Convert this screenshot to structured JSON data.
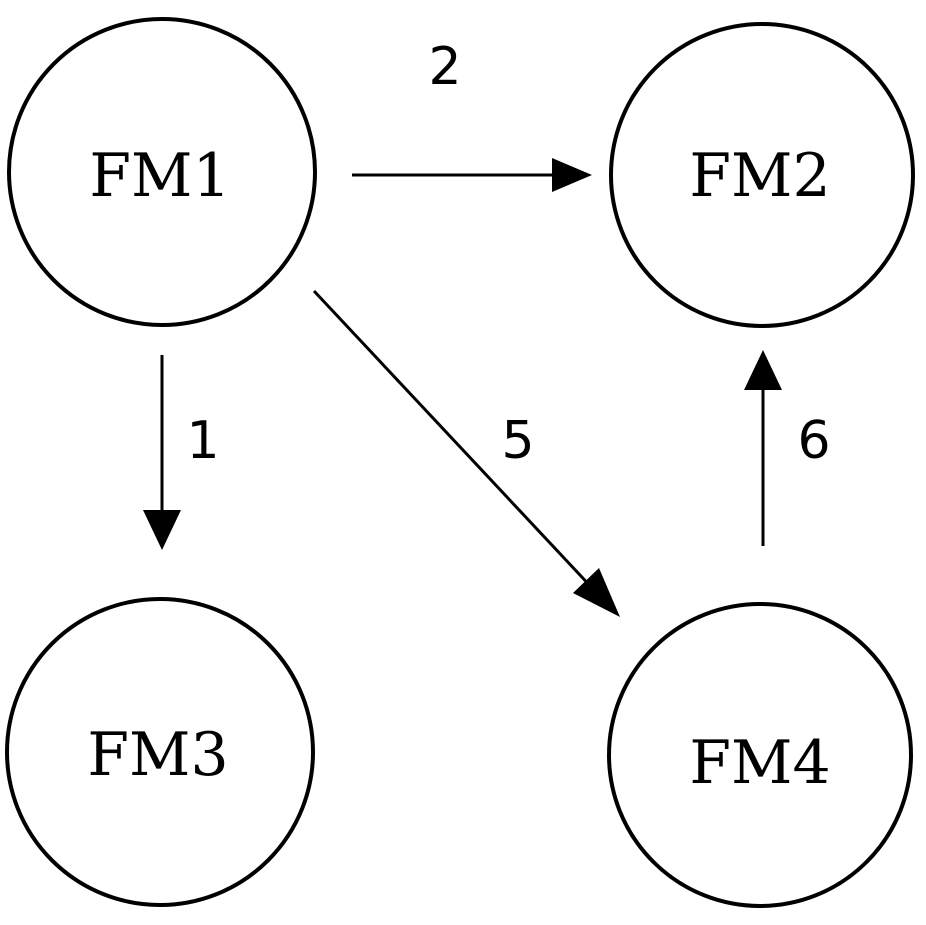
{
  "nodes": {
    "fm1": {
      "label": "FM1"
    },
    "fm2": {
      "label": "FM2"
    },
    "fm3": {
      "label": "FM3"
    },
    "fm4": {
      "label": "FM4"
    }
  },
  "edges": {
    "fm1_to_fm2": {
      "from": "FM1",
      "to": "FM2",
      "label": "2"
    },
    "fm1_to_fm3": {
      "from": "FM1",
      "to": "FM3",
      "label": "1"
    },
    "fm1_to_fm4": {
      "from": "FM1",
      "to": "FM4",
      "label": "5"
    },
    "fm4_to_fm2": {
      "from": "FM4",
      "to": "FM2",
      "label": "6"
    }
  }
}
